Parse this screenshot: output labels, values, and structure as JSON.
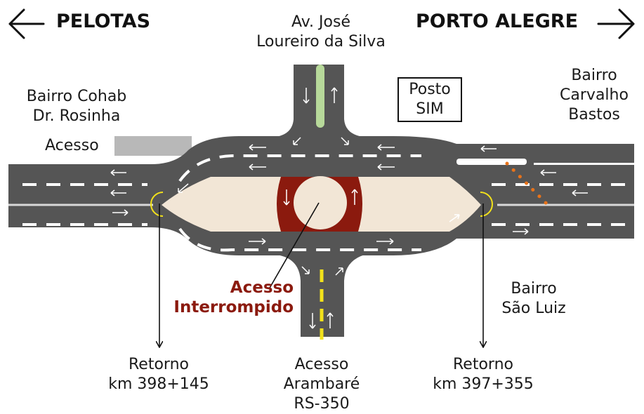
{
  "directions": {
    "west": "PELOTAS",
    "east": "PORTO ALEGRE"
  },
  "labels": {
    "av_jose_line1": "Av. José",
    "av_jose_line2": "Loureiro da Silva",
    "cohab_line1": "Bairro Cohab",
    "cohab_line2": "Dr. Rosinha",
    "acesso": "Acesso",
    "posto_line1": "Posto",
    "posto_line2": "SIM",
    "carvalho_line1": "Bairro",
    "carvalho_line2": "Carvalho",
    "carvalho_line3": "Bastos",
    "acesso_interrompido_line1": "Acesso",
    "acesso_interrompido_line2": "Interrompido",
    "sao_luiz_line1": "Bairro",
    "sao_luiz_line2": "São Luiz",
    "retorno_w_line1": "Retorno",
    "retorno_w_line2": "km 398+145",
    "arambare_line1": "Acesso",
    "arambare_line2": "Arambaré",
    "arambare_line3": "RS-350",
    "retorno_e_line1": "Retorno",
    "retorno_e_line2": "km 397+355"
  },
  "colors": {
    "road": "#555555",
    "median": "#f2e6d6",
    "roundabout": "#8b1a0e",
    "green_median": "#b7d99a",
    "yellow_line": "#f3e21a",
    "closed_access": "#b8b8b8",
    "orange_dots": "#e8731a"
  }
}
